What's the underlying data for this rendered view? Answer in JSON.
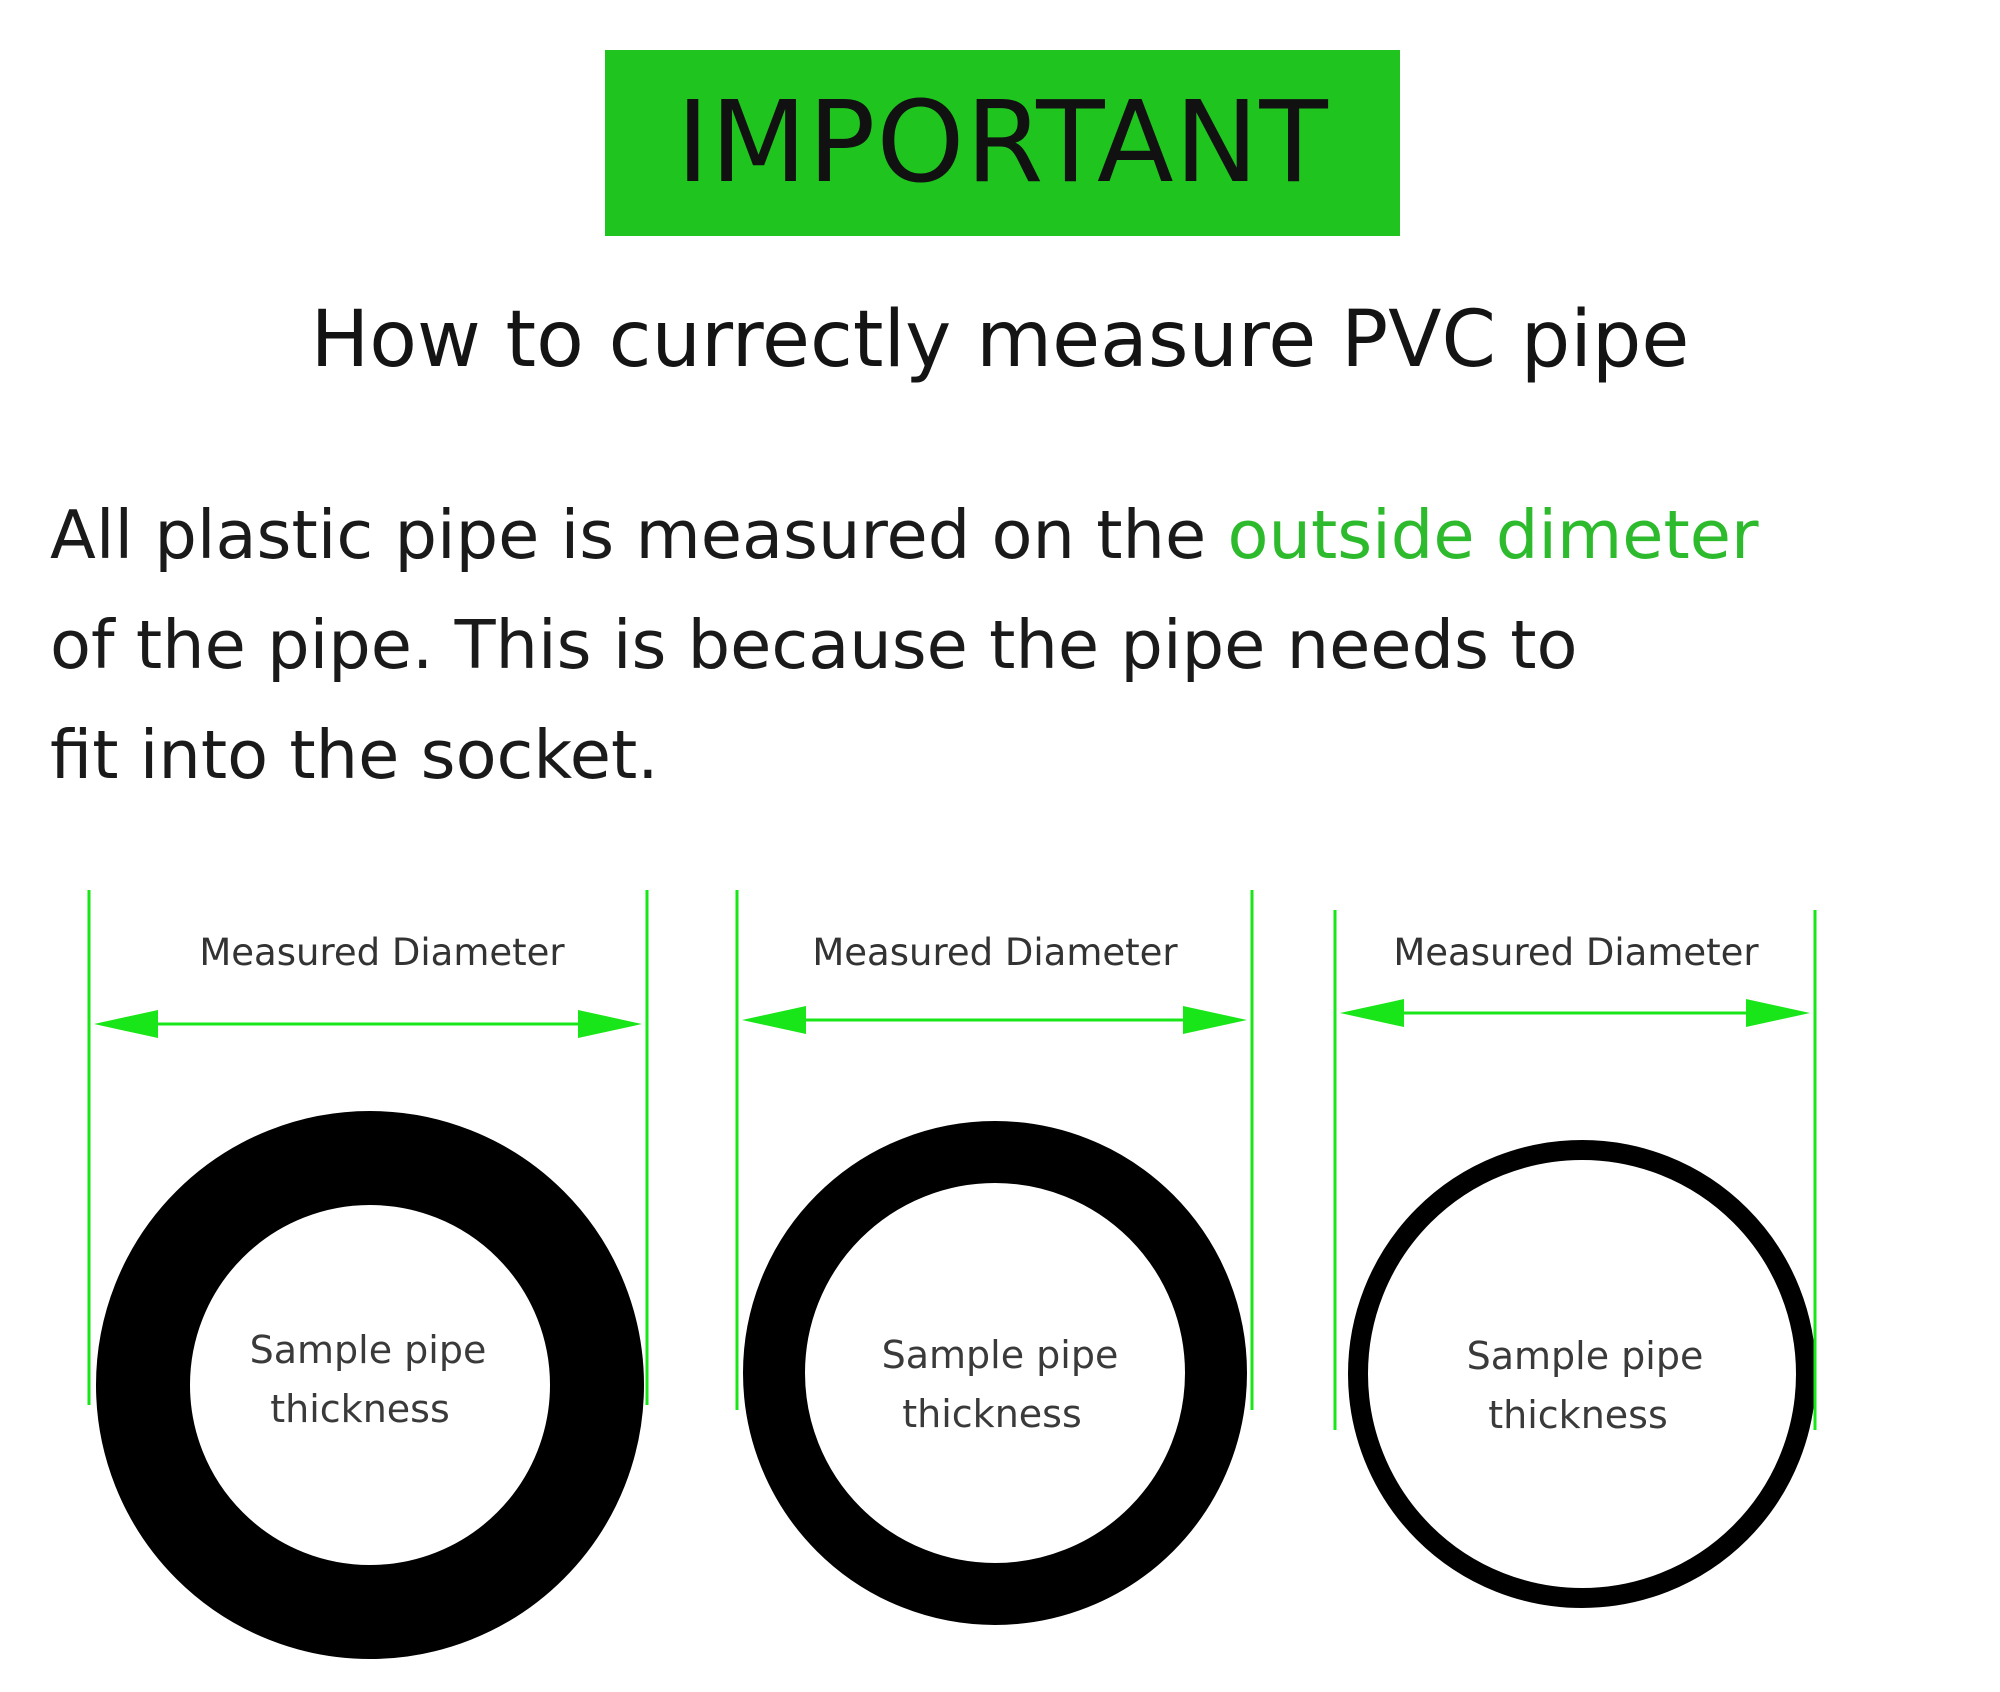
{
  "banner": {
    "text": "IMPORTANT",
    "color": "#1fc41f"
  },
  "subtitle": "How to currectly measure PVC pipe",
  "paragraph": {
    "line1_before": "All plastic pipe is measured on the ",
    "line1_highlight": "outside dimeter",
    "line2": "of the pipe. This is because the pipe needs to",
    "line3": "fit into the socket.",
    "highlight_color": "#2dba2d"
  },
  "diagram": {
    "line_color": "#19e619",
    "pipe_color": "#000000",
    "pipes": [
      {
        "measure_label": "Measured Diameter",
        "inner_label_line1": "Sample pipe",
        "inner_label_line2": "thickness"
      },
      {
        "measure_label": "Measured Diameter",
        "inner_label_line1": "Sample pipe",
        "inner_label_line2": "thickness"
      },
      {
        "measure_label": "Measured Diameter",
        "inner_label_line1": "Sample pipe",
        "inner_label_line2": "thickness"
      }
    ]
  }
}
